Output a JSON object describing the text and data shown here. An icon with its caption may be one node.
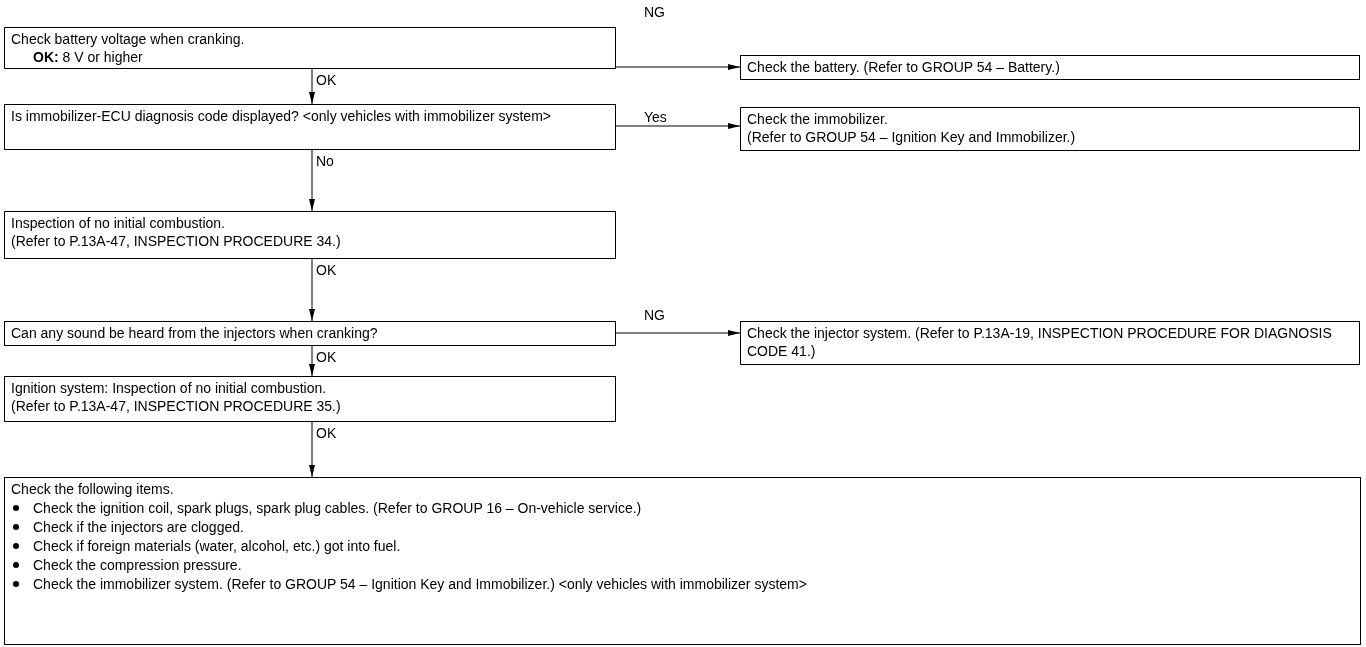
{
  "diagram": {
    "nodes": [
      {
        "text": [
          "Check battery voltage when cranking.",
          "**OK:** 8 V or higher"
        ]
      },
      {
        "text": [
          "Check the battery. (Refer to GROUP 54 – Battery.)"
        ]
      },
      {
        "text": [
          "Is immobilizer-ECU diagnosis code displayed? <only vehicles with immobilizer system>"
        ]
      },
      {
        "text": [
          "Check the immobilizer.",
          "(Refer to GROUP 54 – Ignition Key and Immobilizer.)"
        ]
      },
      {
        "text": [
          "Inspection of no initial combustion.",
          "(Refer to P.13A-47, INSPECTION PROCEDURE 34.)"
        ]
      },
      {
        "text": [
          "Can any sound be heard from the injectors when cranking?"
        ]
      },
      {
        "text": [
          "Check the injector system. (Refer to P.13A-19, INSPECTION PROCEDURE FOR DIAGNOSIS CODE 41.)"
        ]
      },
      {
        "text": [
          "Ignition system: Inspection of no initial combustion.",
          "(Refer to P.13A-47, INSPECTION PROCEDURE 35.)"
        ]
      },
      {
        "text": [
          "Check the following items.",
          "Check the ignition coil, spark plugs, spark plug cables. (Refer to GROUP 16 – On-vehicle service.)",
          "Check if the injectors are clogged.",
          "Check if foreign materials (water, alcohol, etc.) got into fuel.",
          "Check the compression pressure.",
          "Check the immobilizer system. (Refer to GROUP 54 – Ignition Key and Immobilizer.) <only vehicles with immobilizer system>"
        ]
      }
    ],
    "edges": [
      {
        "from": 0,
        "to": 1,
        "arrow": "to",
        "label": "NG"
      },
      {
        "from": 0,
        "to": 2,
        "arrow": "to",
        "label": "OK"
      },
      {
        "from": 2,
        "to": 3,
        "arrow": "to",
        "label": "Yes"
      },
      {
        "from": 2,
        "to": 4,
        "arrow": "to",
        "label": "No"
      },
      {
        "from": 4,
        "to": 5,
        "arrow": "to",
        "label": "OK"
      },
      {
        "from": 5,
        "to": 6,
        "arrow": "to",
        "label": "NG"
      },
      {
        "from": 5,
        "to": 7,
        "arrow": "to",
        "label": "OK"
      },
      {
        "from": 7,
        "to": 8,
        "arrow": "to",
        "label": "OK"
      }
    ]
  }
}
